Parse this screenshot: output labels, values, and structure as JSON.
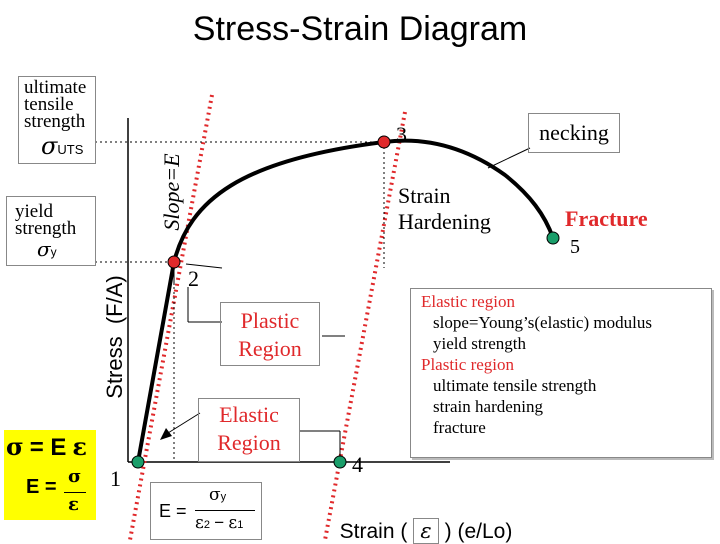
{
  "title": "Stress-Strain  Diagram",
  "colors": {
    "red": "#e0292b",
    "curve": "#000000",
    "highlight": "#ffff00",
    "dot_red": "#e0292b",
    "dot_green": "#1a9e6a"
  },
  "labels": {
    "uts_title": [
      "ultimate",
      "tensile",
      "strength"
    ],
    "uts_symbol": "σ",
    "uts_sub": "UTS",
    "yield_title": [
      "yield",
      "strength"
    ],
    "yield_symbol": "σ",
    "yield_sub": "y",
    "slope": "Slope=E",
    "point3": "3",
    "point2": "2",
    "point1": "1",
    "point4": "4",
    "necking": "necking",
    "strain_hardening": [
      "Strain",
      "Hardening"
    ],
    "fracture": "Fracture",
    "fracture_num": "5",
    "plastic_region": [
      "Plastic",
      "Region"
    ],
    "elastic_region": [
      "Elastic",
      "Region"
    ],
    "y_axis": "Stress  (F/A)",
    "x_axis_pre": "Strain (",
    "x_axis_post": ") (e/Lo)",
    "strain_symbol": "ε"
  },
  "formulas": {
    "hooke_sigma": "σ",
    "hooke_eq": "= E",
    "hooke_eps": "ε",
    "e_lhs": "E =",
    "e_num": "σ",
    "e_den": "ε",
    "slope_lhs": "E =",
    "slope_num": "σ",
    "slope_num_sub": "y",
    "slope_den_a": "ε",
    "slope_den_a_sub": "2",
    "slope_den_minus": "−",
    "slope_den_b": "ε",
    "slope_den_b_sub": "1"
  },
  "legend": {
    "heading1": "Elastic region",
    "items1": [
      "slope=Young’s(elastic) modulus",
      "yield strength"
    ],
    "heading2": "Plastic region",
    "items2": [
      "ultimate tensile strength",
      "strain hardening",
      "fracture"
    ]
  }
}
